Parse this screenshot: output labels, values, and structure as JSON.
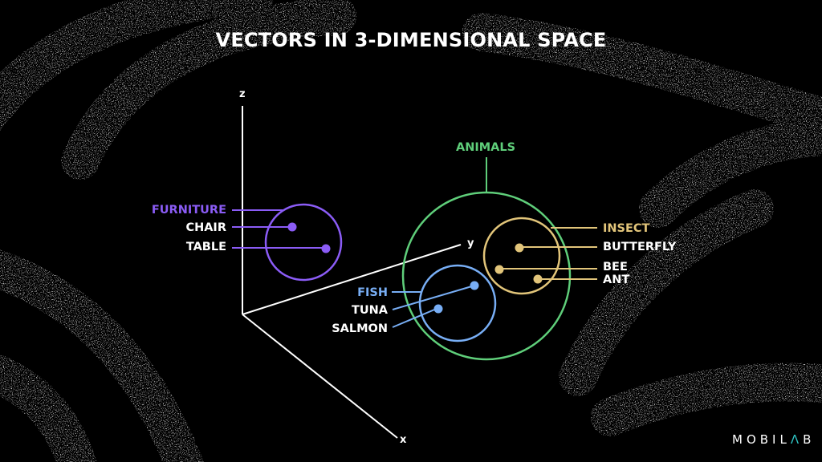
{
  "title": "VECTORS IN 3-DIMENSIONAL SPACE",
  "axes": {
    "x": "x",
    "y": "y",
    "z": "z"
  },
  "colors": {
    "furniture": "#8b5cf6",
    "animals": "#5fce7a",
    "insect": "#e2c57a",
    "fish": "#78aef5",
    "axis": "#ffffff",
    "background": "#000000"
  },
  "groups": {
    "furniture": {
      "label": "FURNITURE",
      "items": [
        "CHAIR",
        "TABLE"
      ]
    },
    "animals": {
      "label": "ANIMALS"
    },
    "insect": {
      "label": "INSECT",
      "items": [
        "BUTTERFLY",
        "BEE",
        "ANT"
      ]
    },
    "fish": {
      "label": "FISH",
      "items": [
        "TUNA",
        "SALMON"
      ]
    }
  },
  "logo": {
    "pre": "MOBIL",
    "accent": "Λ",
    "post": "B"
  }
}
